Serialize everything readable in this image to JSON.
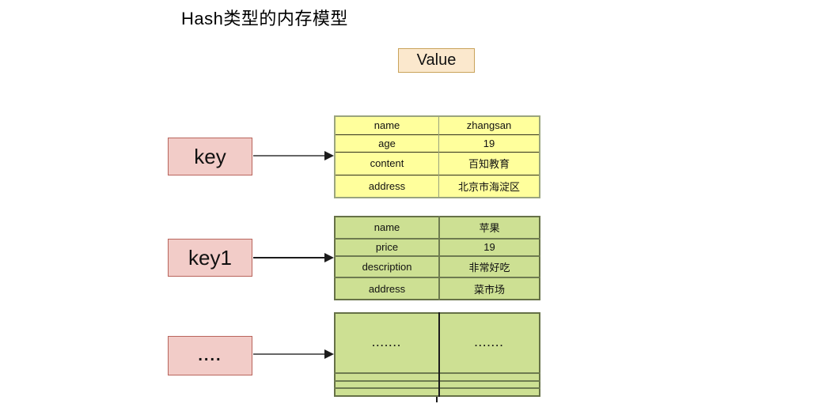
{
  "title": "Hash类型的内存模型",
  "value_label": "Value",
  "colors": {
    "yellow_fill": "#ffff9c",
    "yellow_border": "#9aa47e",
    "yellow_line": "#2e2e1c",
    "green_fill": "#cde093",
    "green_border": "#667147",
    "green_line": "#6e7b50",
    "pink_fill": "#f2ccc8",
    "pink_border": "#b9655c",
    "peach_fill": "#fbe8cd",
    "peach_border": "#c9a35b",
    "arrow_gray": "#666666",
    "arrow_black": "#1c1c1c"
  },
  "entries": [
    {
      "key_label": "key",
      "table": {
        "style": "yellow",
        "rows": [
          [
            "name",
            "zhangsan"
          ],
          [
            "age",
            "19"
          ],
          [
            "content",
            "百知教育"
          ],
          [
            "address",
            "北京市海淀区"
          ]
        ]
      }
    },
    {
      "key_label": "key1",
      "table": {
        "style": "green",
        "rows": [
          [
            "name",
            "苹果"
          ],
          [
            "price",
            "19"
          ],
          [
            "description",
            "非常好吃"
          ],
          [
            "address",
            "菜市场"
          ]
        ]
      }
    },
    {
      "key_label": "....",
      "table": {
        "style": "green",
        "rows": [
          [
            ".......",
            "......."
          ],
          [
            "",
            ""
          ],
          [
            "",
            ""
          ],
          [
            "",
            ""
          ]
        ]
      }
    }
  ]
}
